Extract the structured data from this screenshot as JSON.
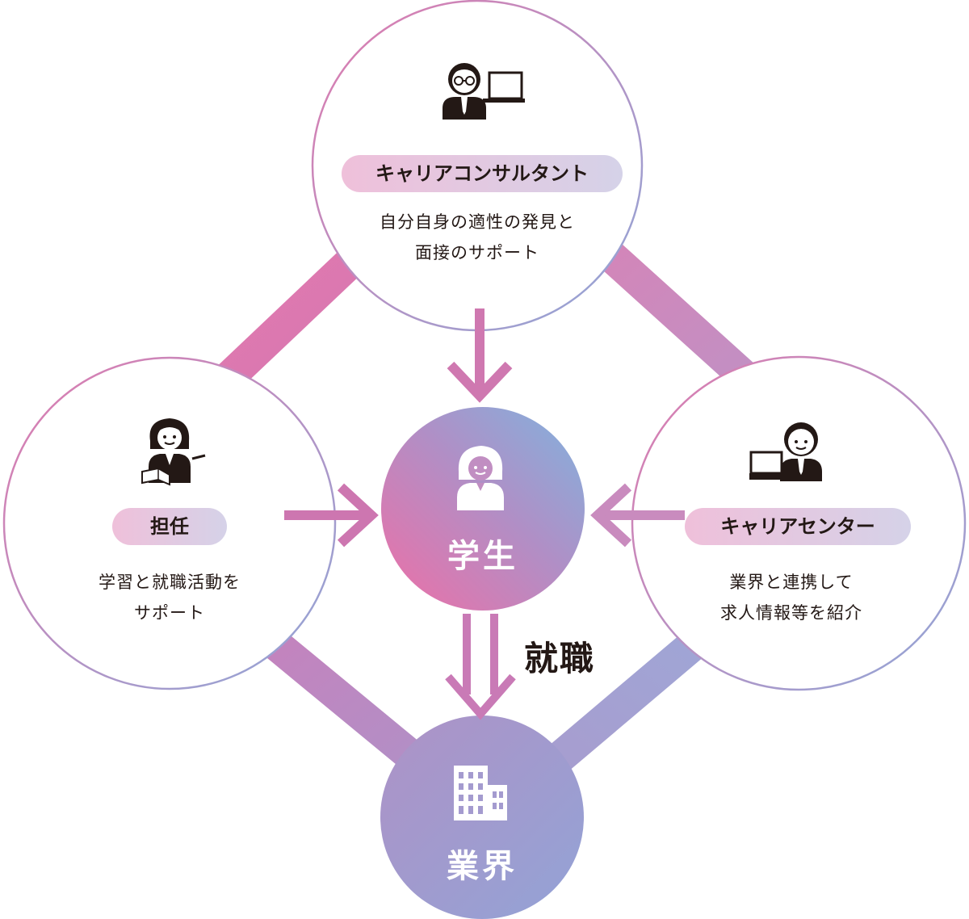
{
  "colors": {
    "pink": "#e07aae",
    "lavender": "#c79ac3",
    "periwinkle": "#9fa6d6",
    "text": "#231815",
    "pill_start": "#efc0da",
    "pill_end": "#d5d2e8"
  },
  "nodes": {
    "consultant": {
      "title": "キャリアコンサルタント",
      "desc_line1": "自分自身の適性の発見と",
      "desc_line2": "面接のサポート",
      "icon": "consultant-with-board-icon"
    },
    "homeroom": {
      "title": "担任",
      "desc_line1": "学習と就職活動を",
      "desc_line2": "サポート",
      "icon": "teacher-with-book-icon"
    },
    "career_center": {
      "title": "キャリアセンター",
      "desc_line1": "業界と連携して",
      "desc_line2": "求人情報等を紹介",
      "icon": "staff-with-laptop-icon"
    },
    "student": {
      "label": "学生",
      "icon": "student-icon"
    },
    "industry": {
      "label": "業界",
      "icon": "buildings-icon"
    }
  },
  "flow_label": "就職"
}
